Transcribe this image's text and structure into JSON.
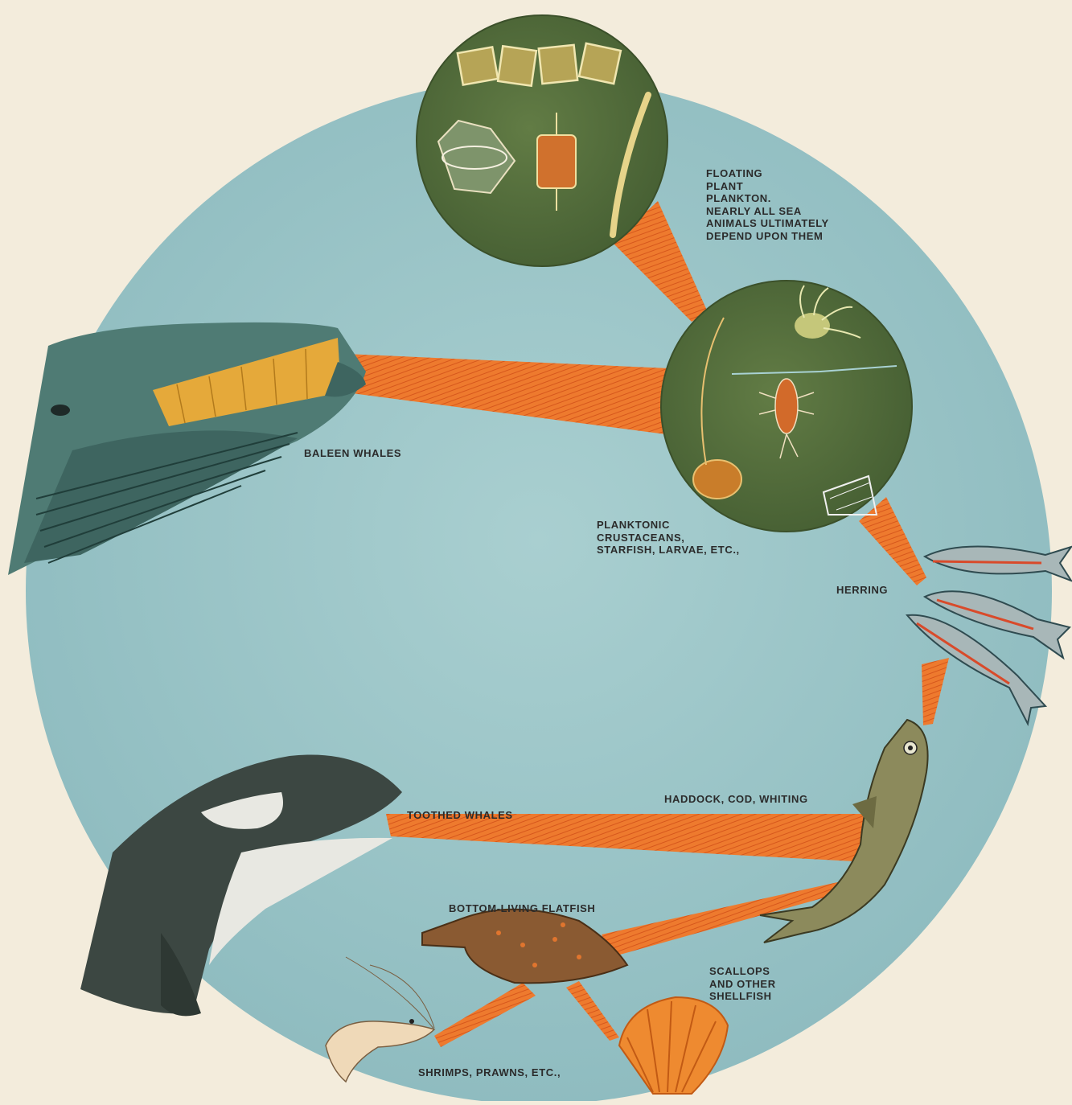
{
  "labels": {
    "plant_plankton": "FLOATING\nPLANT\nPLANKTON.\nNEARLY ALL SEA\nANIMALS ULTIMATELY\nDEPEND UPON THEM",
    "planktonic_crustaceans": "PLANKTONIC\nCRUSTACEANS,\nSTARFISH, LARVAE, ETC.,",
    "baleen_whales": "BALEEN WHALES",
    "herring": "HERRING",
    "haddock": "HADDOCK, COD, WHITING",
    "toothed_whales": "TOOTHED WHALES",
    "flatfish": "BOTTOM-LIVING FLATFISH",
    "scallops": "SCALLOPS\nAND OTHER\nSHELLFISH",
    "shrimps": "SHRIMPS, PRAWNS, ETC.,"
  },
  "colors": {
    "background": "#f3ecdc",
    "sea": "#9cc3c6",
    "plankton_disc": "#56703e",
    "link": "#ee7a2e",
    "label_text": "#2b2b2b"
  }
}
